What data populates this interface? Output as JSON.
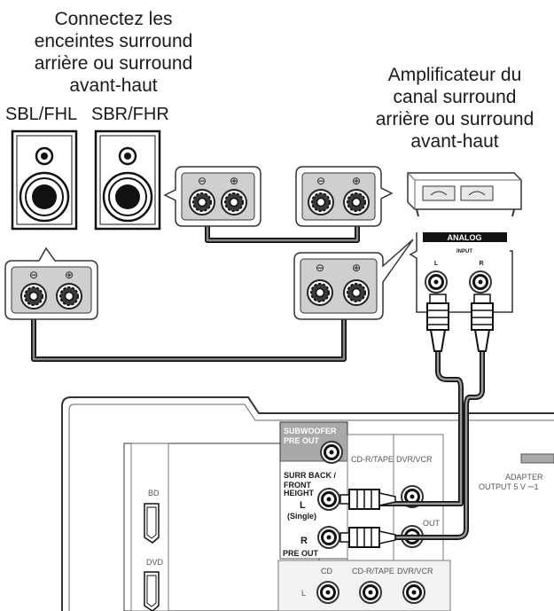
{
  "captions": {
    "left": [
      "Connectez les",
      "enceintes surround",
      "arrière ou surround",
      "avant-haut"
    ],
    "right": [
      "Amplificateur du",
      "canal surround",
      "arrière ou surround",
      "avant-haut"
    ]
  },
  "speakers": {
    "left_label": "SBL/FHL",
    "right_label": "SBR/FHR"
  },
  "amplifier": {
    "badge": "ANALOG",
    "input_label": "INPUT",
    "l": "L",
    "r": "R"
  },
  "terminals": {
    "minus": "⊖",
    "plus": "⊕"
  },
  "receiver": {
    "subwoofer": "SUBWOOFER",
    "pre_out_top": "PRE OUT",
    "surr_back": "SURR BACK /",
    "front": "FRONT",
    "height": "HEIGHT",
    "l": "L",
    "single": "(Single)",
    "r": "R",
    "pre_out_bottom": "PRE OUT",
    "cd_rtape_top": "CD-R/TAPE",
    "dvr_vcr_top": "DVR/VCR",
    "out": "OUT",
    "cd": "CD",
    "cd_rtape_bottom": "CD-R/TAPE",
    "dvr_vcr_bottom": "DVR/VCR",
    "l_bottom": "L",
    "bd": "BD",
    "dvd": "DVD",
    "adapter": "ADAPTER",
    "output": "OUTPUT 5 V ⎓1"
  }
}
